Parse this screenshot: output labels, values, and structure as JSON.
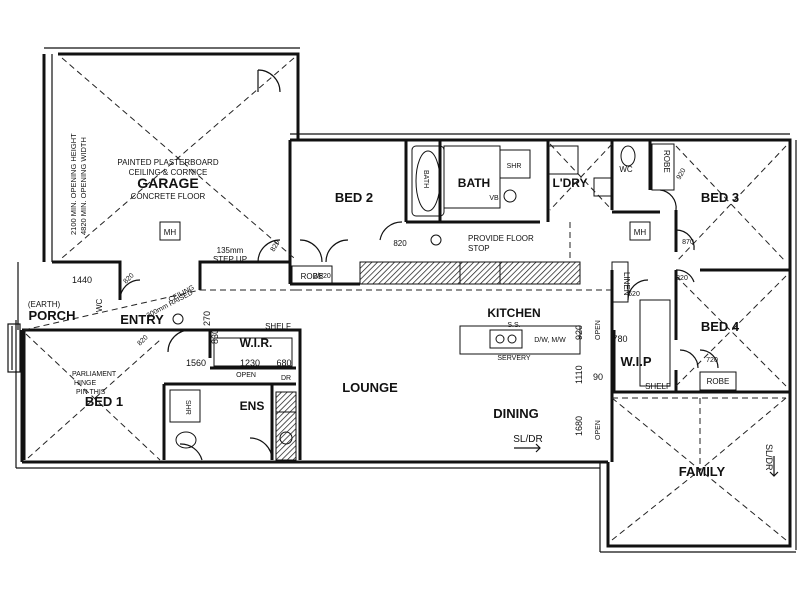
{
  "rooms": {
    "garage": "GARAGE",
    "bed2": "BED 2",
    "bath": "BATH",
    "ldry": "L'DRY",
    "bed3": "BED 3",
    "porch": "PORCH",
    "entry": "ENTRY",
    "kitchen": "KITCHEN",
    "bed4": "BED 4",
    "wir": "W.I.R.",
    "wip": "W.I.P",
    "lounge": "LOUNGE",
    "bed1": "BED 1",
    "ens": "ENS",
    "dining": "DINING",
    "family": "FAMILY"
  },
  "notes": {
    "garage_ceiling_1": "PAINTED PLASTERBOARD",
    "garage_ceiling_2": "CEILING & CORNICE",
    "garage_floor": "CONCRETE FLOOR",
    "garage_opening_1": "2100 MIN. OPENING HEIGHT",
    "garage_opening_2": "4820 MIN. OPENING WIDTH",
    "mh": "MH",
    "step_up_1": "135mm",
    "step_up_2": "STEP UP",
    "raised_ceiling_1": "300mm RAISED",
    "raised_ceiling_2": "CEILING",
    "floor_stop_1": "PROVIDE FLOOR",
    "floor_stop_2": "STOP",
    "earth": "(EARTH)",
    "wc": "WC",
    "robe": "ROBE",
    "shelf": "SHELF",
    "open": "OPEN",
    "dr": "DR",
    "linen": "LINEN",
    "ss": "S.S.",
    "servery": "SERVERY",
    "dw_mw": "D/W, M/W",
    "parliament_1": "PARLIAMENT",
    "parliament_2": "HINGE",
    "parliament_3": "PIN THIS",
    "sldr": "SL/DR",
    "shr": "SHR",
    "bath_fix": "BATH",
    "vb": "VB"
  },
  "dims": {
    "d1440": "1440",
    "d1560": "1560",
    "d1230": "1230",
    "d680": "680",
    "d830": "830",
    "d270": "270",
    "d920": "920",
    "d1110": "1110",
    "d1680": "1680",
    "d780": "780",
    "d90": "90",
    "d820a": "820",
    "d820b": "820",
    "d820c": "820",
    "d820d": "820",
    "d820e": "820",
    "d720": "720",
    "d870": "870",
    "d920b": "920",
    "d620": "620",
    "d2_820": "2/820"
  }
}
